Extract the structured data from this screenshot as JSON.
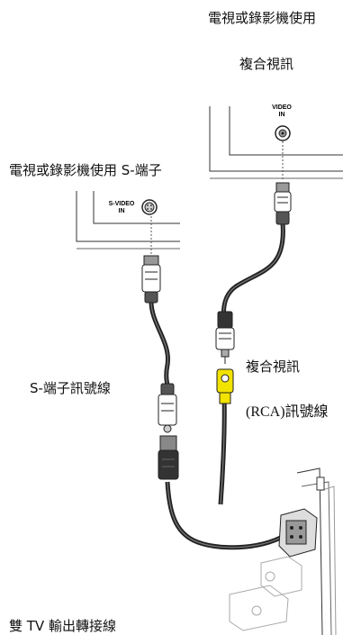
{
  "labels": {
    "tv_vcr_top": "電視或錄影機使用",
    "composite_top": "複合視訊",
    "tv_vcr_svideo": "電視或錄影機使用 S-端子",
    "composite_mid": "複合視訊",
    "svideo_cable": "S-端子訊號線",
    "rca_cable": "(RCA)訊號線",
    "adapter": "雙 TV 輸出轉接線"
  },
  "ports": {
    "video_in_line1": "VIDEO",
    "video_in_line2": "IN",
    "svideo_in_line1": "S-VIDEO",
    "svideo_in_line2": "IN"
  },
  "colors": {
    "rca_yellow": "#f2e200",
    "cable": "#222222",
    "outline": "#333333"
  }
}
